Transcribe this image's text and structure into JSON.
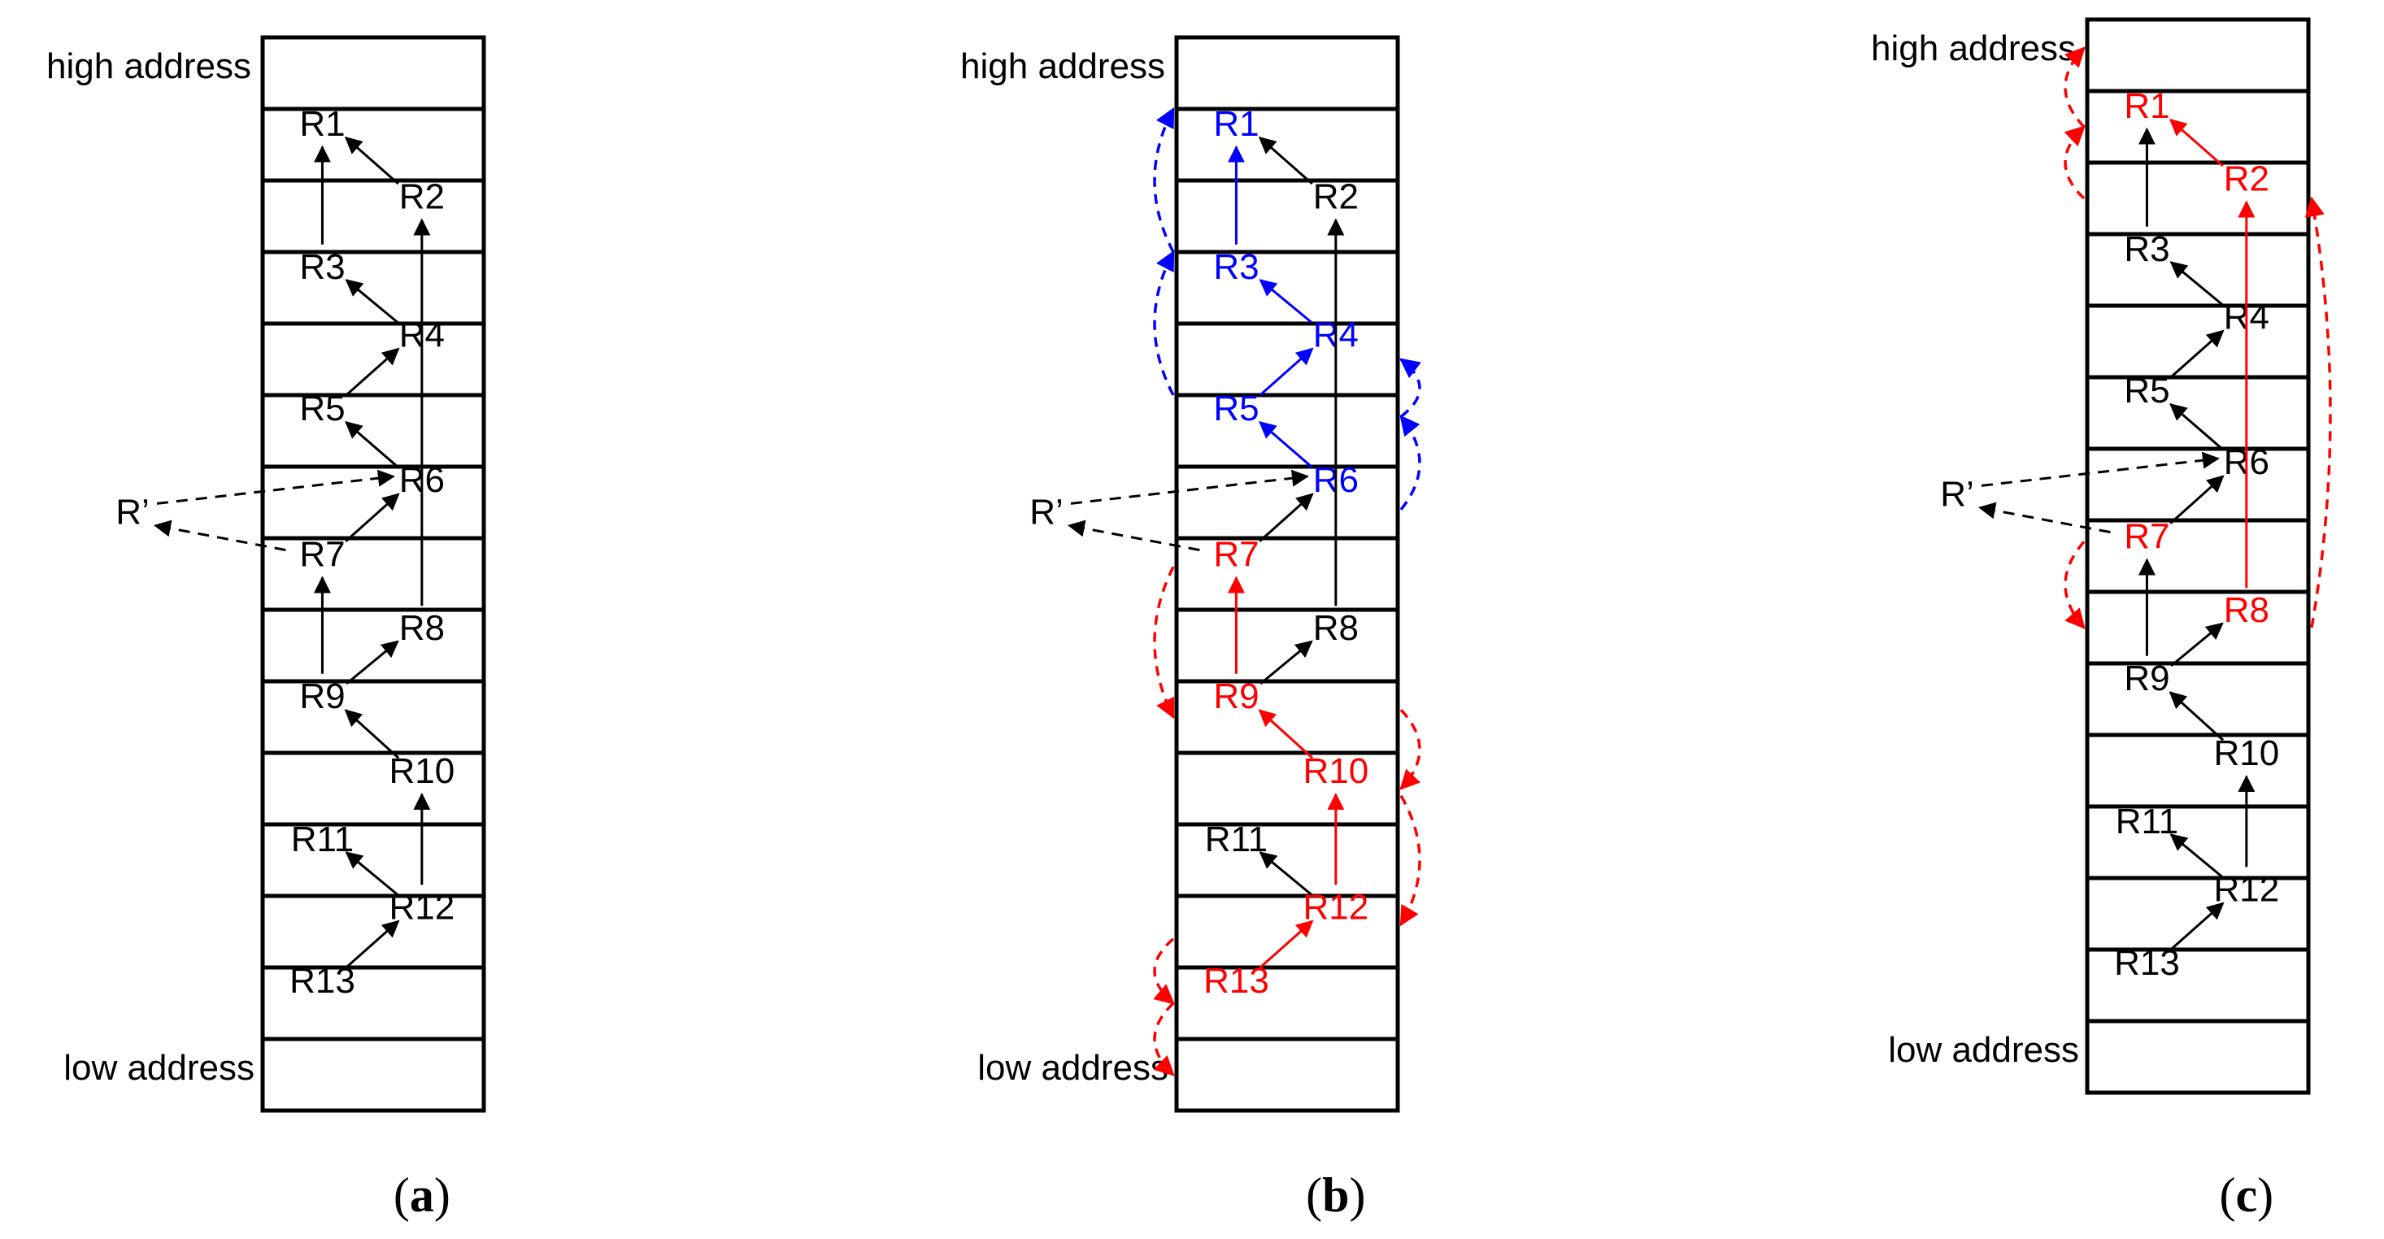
{
  "colors": {
    "default": "#000000",
    "blue": "#0000ff",
    "red": "#ff0000"
  },
  "panels": [
    {
      "id": "a",
      "caption_prefix": "(",
      "caption_letter": "a",
      "caption_suffix": ")",
      "high_label": "high address",
      "low_label": "low address",
      "r_prime_label": "R’",
      "records": [
        {
          "label": "R1",
          "color": "default"
        },
        {
          "label": "R2",
          "color": "default"
        },
        {
          "label": "R3",
          "color": "default"
        },
        {
          "label": "R4",
          "color": "default"
        },
        {
          "label": "R5",
          "color": "default"
        },
        {
          "label": "R6",
          "color": "default"
        },
        {
          "label": "R7",
          "color": "default"
        },
        {
          "label": "R8",
          "color": "default"
        },
        {
          "label": "R9",
          "color": "default"
        },
        {
          "label": "R10",
          "color": "default"
        },
        {
          "label": "R11",
          "color": "default"
        },
        {
          "label": "R12",
          "color": "default"
        },
        {
          "label": "R13",
          "color": "default"
        }
      ],
      "links": [
        {
          "from": "R2",
          "to": "R1",
          "color": "default"
        },
        {
          "from": "R3",
          "to": "R1",
          "color": "default"
        },
        {
          "from": "R4",
          "to": "R3",
          "color": "default"
        },
        {
          "from": "R5",
          "to": "R4",
          "color": "default"
        },
        {
          "from": "R6",
          "to": "R5",
          "color": "default"
        },
        {
          "from": "R7",
          "to": "R6",
          "color": "default"
        },
        {
          "from": "R8",
          "to": "R2",
          "color": "default"
        },
        {
          "from": "R9",
          "to": "R7",
          "color": "default"
        },
        {
          "from": "R9",
          "to": "R8",
          "color": "default"
        },
        {
          "from": "R10",
          "to": "R9",
          "color": "default"
        },
        {
          "from": "R12",
          "to": "R10",
          "color": "default"
        },
        {
          "from": "R12",
          "to": "R11",
          "color": "default"
        },
        {
          "from": "R13",
          "to": "R12",
          "color": "default"
        }
      ],
      "scan_arrows": []
    },
    {
      "id": "b",
      "caption_prefix": "(",
      "caption_letter": "b",
      "caption_suffix": ")",
      "high_label": "high address",
      "low_label": "low address",
      "r_prime_label": "R’",
      "records": [
        {
          "label": "R1",
          "color": "blue"
        },
        {
          "label": "R2",
          "color": "default"
        },
        {
          "label": "R3",
          "color": "blue"
        },
        {
          "label": "R4",
          "color": "blue"
        },
        {
          "label": "R5",
          "color": "blue"
        },
        {
          "label": "R6",
          "color": "blue"
        },
        {
          "label": "R7",
          "color": "red"
        },
        {
          "label": "R8",
          "color": "default"
        },
        {
          "label": "R9",
          "color": "red"
        },
        {
          "label": "R10",
          "color": "red"
        },
        {
          "label": "R11",
          "color": "default"
        },
        {
          "label": "R12",
          "color": "red"
        },
        {
          "label": "R13",
          "color": "red"
        }
      ],
      "links": [
        {
          "from": "R2",
          "to": "R1",
          "color": "default"
        },
        {
          "from": "R3",
          "to": "R1",
          "color": "blue"
        },
        {
          "from": "R4",
          "to": "R3",
          "color": "blue"
        },
        {
          "from": "R5",
          "to": "R4",
          "color": "blue"
        },
        {
          "from": "R6",
          "to": "R5",
          "color": "blue"
        },
        {
          "from": "R7",
          "to": "R6",
          "color": "default"
        },
        {
          "from": "R8",
          "to": "R2",
          "color": "default"
        },
        {
          "from": "R9",
          "to": "R7",
          "color": "red"
        },
        {
          "from": "R9",
          "to": "R8",
          "color": "default"
        },
        {
          "from": "R10",
          "to": "R9",
          "color": "red"
        },
        {
          "from": "R12",
          "to": "R10",
          "color": "red"
        },
        {
          "from": "R12",
          "to": "R11",
          "color": "default"
        },
        {
          "from": "R13",
          "to": "R12",
          "color": "red"
        }
      ],
      "scan_arrows": [
        {
          "side": "left",
          "from": 3,
          "to": 1,
          "color": "blue"
        },
        {
          "side": "left",
          "from": 5,
          "to": 3,
          "color": "blue"
        },
        {
          "side": "left",
          "from": 7.4,
          "to": 9.5,
          "color": "red"
        },
        {
          "side": "left",
          "from": 12.6,
          "to": 13.5,
          "color": "red"
        },
        {
          "side": "left",
          "from": 13.5,
          "to": 14.5,
          "color": "red"
        },
        {
          "side": "right",
          "from": 6.6,
          "to": 5.3,
          "color": "blue"
        },
        {
          "side": "right",
          "from": 5.3,
          "to": 4.5,
          "color": "blue"
        },
        {
          "side": "right",
          "from": 9.4,
          "to": 10.5,
          "color": "red"
        },
        {
          "side": "right",
          "from": 10.6,
          "to": 12.4,
          "color": "red"
        }
      ]
    },
    {
      "id": "c",
      "caption_prefix": "(",
      "caption_letter": "c",
      "caption_suffix": ")",
      "high_label": "high address",
      "low_label": "low address",
      "r_prime_label": "R’",
      "records": [
        {
          "label": "R1",
          "color": "red"
        },
        {
          "label": "R2",
          "color": "red"
        },
        {
          "label": "R3",
          "color": "default"
        },
        {
          "label": "R4",
          "color": "default"
        },
        {
          "label": "R5",
          "color": "default"
        },
        {
          "label": "R6",
          "color": "default"
        },
        {
          "label": "R7",
          "color": "red"
        },
        {
          "label": "R8",
          "color": "red"
        },
        {
          "label": "R9",
          "color": "default"
        },
        {
          "label": "R10",
          "color": "default"
        },
        {
          "label": "R11",
          "color": "default"
        },
        {
          "label": "R12",
          "color": "default"
        },
        {
          "label": "R13",
          "color": "default"
        }
      ],
      "links": [
        {
          "from": "R2",
          "to": "R1",
          "color": "red"
        },
        {
          "from": "R3",
          "to": "R1",
          "color": "default"
        },
        {
          "from": "R4",
          "to": "R3",
          "color": "default"
        },
        {
          "from": "R5",
          "to": "R4",
          "color": "default"
        },
        {
          "from": "R6",
          "to": "R5",
          "color": "default"
        },
        {
          "from": "R7",
          "to": "R6",
          "color": "default"
        },
        {
          "from": "R8",
          "to": "R2",
          "color": "red"
        },
        {
          "from": "R9",
          "to": "R7",
          "color": "default"
        },
        {
          "from": "R9",
          "to": "R8",
          "color": "default"
        },
        {
          "from": "R10",
          "to": "R9",
          "color": "default"
        },
        {
          "from": "R12",
          "to": "R10",
          "color": "default"
        },
        {
          "from": "R12",
          "to": "R11",
          "color": "default"
        },
        {
          "from": "R13",
          "to": "R12",
          "color": "default"
        }
      ],
      "scan_arrows": [
        {
          "side": "left",
          "from": 2.5,
          "to": 1.5,
          "color": "red"
        },
        {
          "side": "left",
          "from": 1.5,
          "to": 0.4,
          "color": "red"
        },
        {
          "side": "left",
          "from": 7.3,
          "to": 8.5,
          "color": "red"
        },
        {
          "side": "right",
          "from": 8.5,
          "to": 2.5,
          "color": "red"
        }
      ]
    }
  ]
}
